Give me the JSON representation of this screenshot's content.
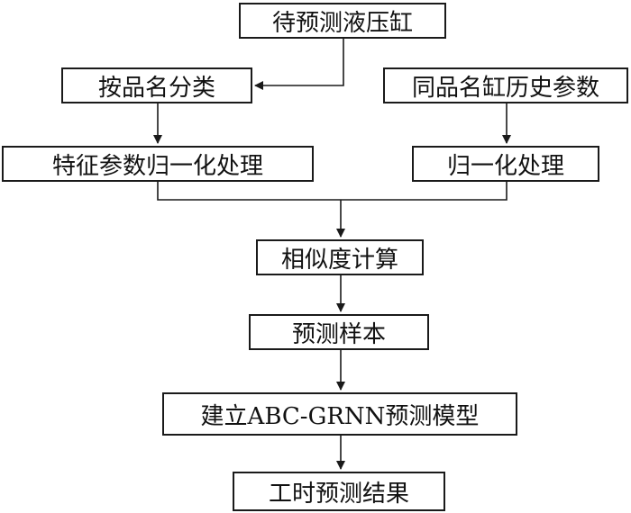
{
  "nodes": {
    "hydraulic_cylinder": "待预测液压缸",
    "classify_by_name": "按品名分类",
    "history_params": "同品名缸历史参数",
    "feature_normalization": "特征参数归一化处理",
    "normalization": "归一化处理",
    "similarity": "相似度计算",
    "samples": "预测样本",
    "build_model": "建立ABC-GRNN预测模型",
    "result": "工时预测结果"
  }
}
